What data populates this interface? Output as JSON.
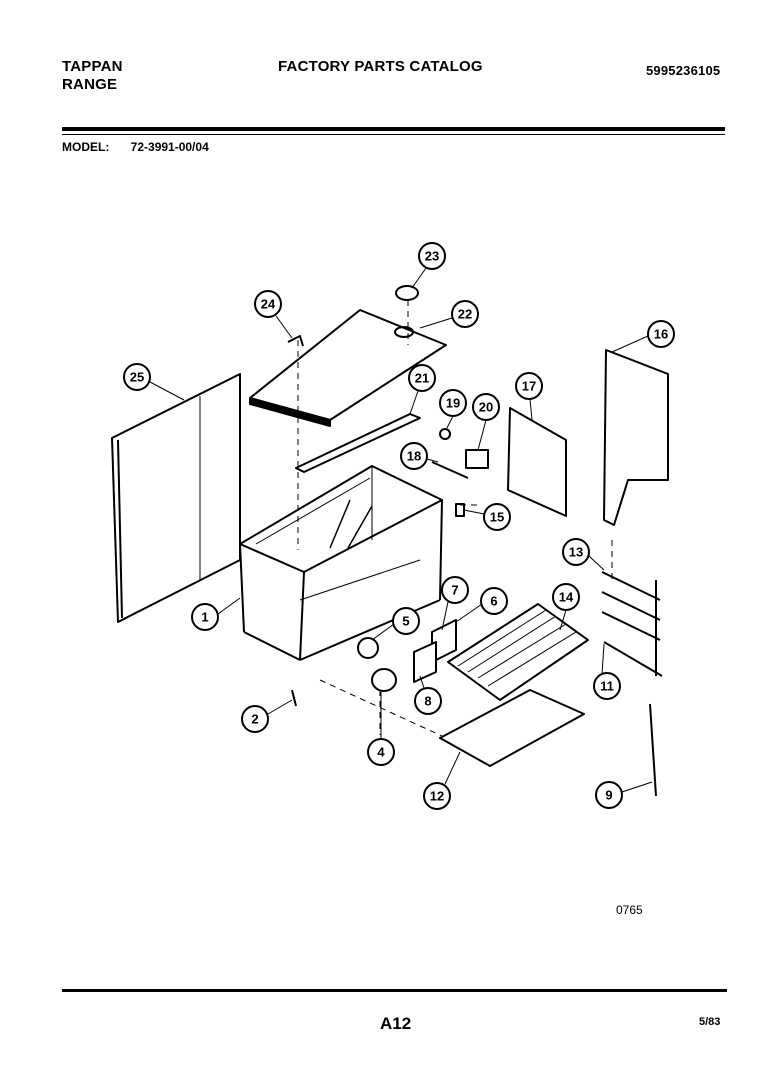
{
  "header": {
    "brand_line1": "TAPPAN",
    "brand_line2": "RANGE",
    "catalog_title": "FACTORY PARTS CATALOG",
    "part_number": "5995236105"
  },
  "model": {
    "label": "MODEL:",
    "value": "72-3991-00/04"
  },
  "callouts": [
    "1",
    "2",
    "4",
    "5",
    "6",
    "7",
    "8",
    "9",
    "11",
    "12",
    "13",
    "14",
    "15",
    "16",
    "17",
    "18",
    "19",
    "20",
    "21",
    "22",
    "23",
    "24",
    "25"
  ],
  "footer": {
    "drawing_code": "0765",
    "page_code": "A12",
    "date": "5/83"
  }
}
